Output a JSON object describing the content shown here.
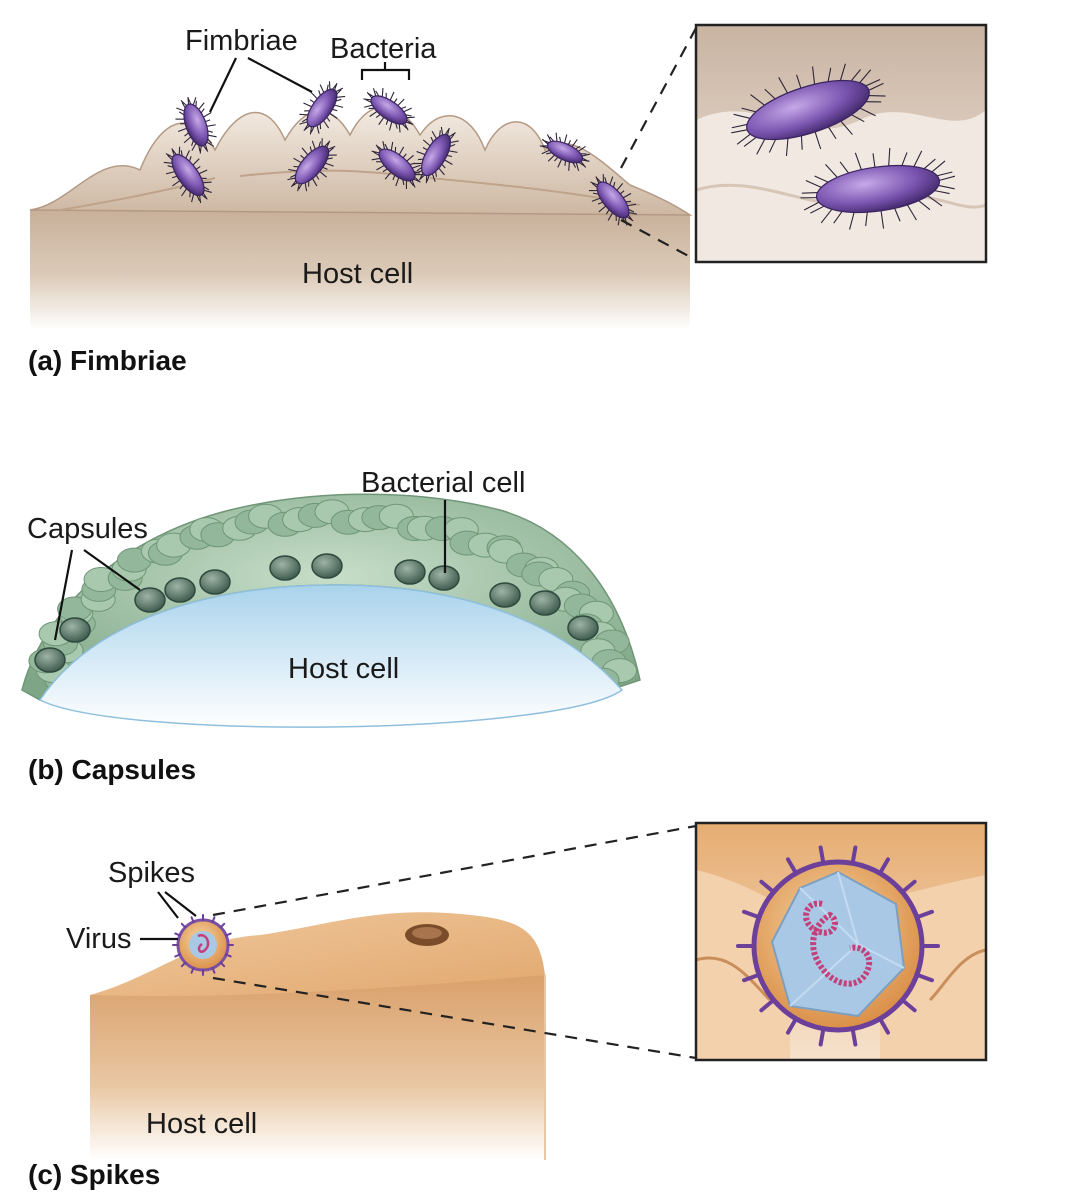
{
  "panels": {
    "a": {
      "caption": "(a) Fimbriae",
      "labels": {
        "fimbriae": "Fimbriae",
        "bacteria": "Bacteria",
        "host": "Host cell"
      }
    },
    "b": {
      "caption": "(b) Capsules",
      "labels": {
        "capsules": "Capsules",
        "bacterial_cell": "Bacterial cell",
        "host": "Host cell"
      }
    },
    "c": {
      "caption": "(c) Spikes",
      "labels": {
        "spikes": "Spikes",
        "virus": "Virus",
        "host": "Host cell"
      }
    }
  },
  "colors": {
    "host_a": "#d7c4b0",
    "bacterium": "#7a55b0",
    "capsule": "#8fb596",
    "host_b": "#c6e2f2",
    "host_c": "#e3b07e",
    "virus_envelope": "#e6a35f",
    "virus_capsid": "#a9c8e6",
    "nucleic_acid": "#c4407a"
  },
  "icons": [
    "fimbriated-bacterium",
    "encapsulated-bacterium",
    "enveloped-virus",
    "icosahedral-capsid"
  ]
}
